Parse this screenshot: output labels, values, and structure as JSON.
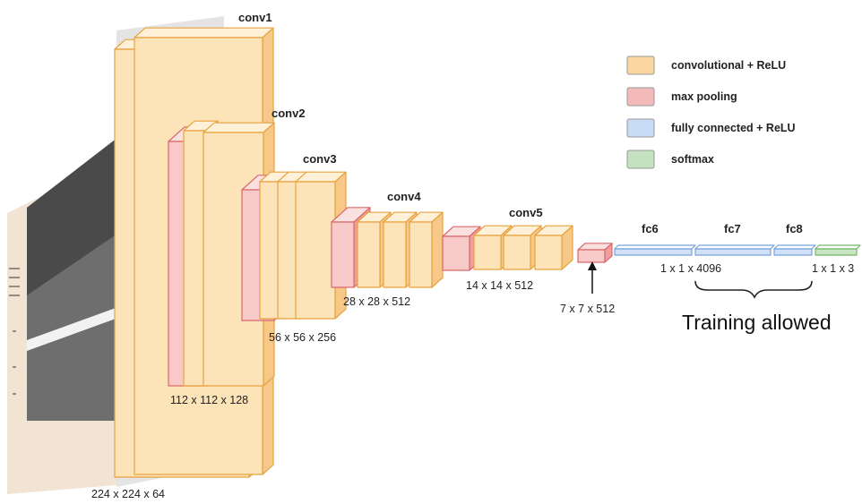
{
  "stages": {
    "conv1": "conv1",
    "conv2": "conv2",
    "conv3": "conv3",
    "conv4": "conv4",
    "conv5": "conv5",
    "fc6": "fc6",
    "fc7": "fc7",
    "fc8": "fc8"
  },
  "dims": {
    "conv1": "224 x 224 x 64",
    "conv2": "112 x 112 x 128",
    "conv3": "56 x 56 x 256",
    "conv4": "28 x 28 x 512",
    "conv5": "14 x 14 x 512",
    "pool5": "7 x 7 x 512",
    "fc": "1 x 1 x 4096",
    "softmax": "1 x 1 x 3"
  },
  "legend": [
    {
      "label": "convolutional + ReLU",
      "color": "#fad7a0"
    },
    {
      "label": "max pooling",
      "color": "#f4b9b9"
    },
    {
      "label": "fully connected + ReLU",
      "color": "#c8dcf5"
    },
    {
      "label": "softmax",
      "color": "#c5e2c0"
    }
  ],
  "colors": {
    "conv_face": "#fde3b8",
    "conv_side": "#f6c98a",
    "conv_top": "#fff1d8",
    "conv_stroke": "#e8a23e",
    "pool_face": "#f7c9c9",
    "pool_side": "#ee9f9f",
    "pool_top": "#fbe0e0",
    "pool_stroke": "#d96a6a",
    "fc_face": "#cfe0f7",
    "fc_stroke": "#7aa2d8",
    "softmax_face": "#c9e6c3",
    "softmax_stroke": "#75b36c"
  },
  "annotation": "Training allowed"
}
